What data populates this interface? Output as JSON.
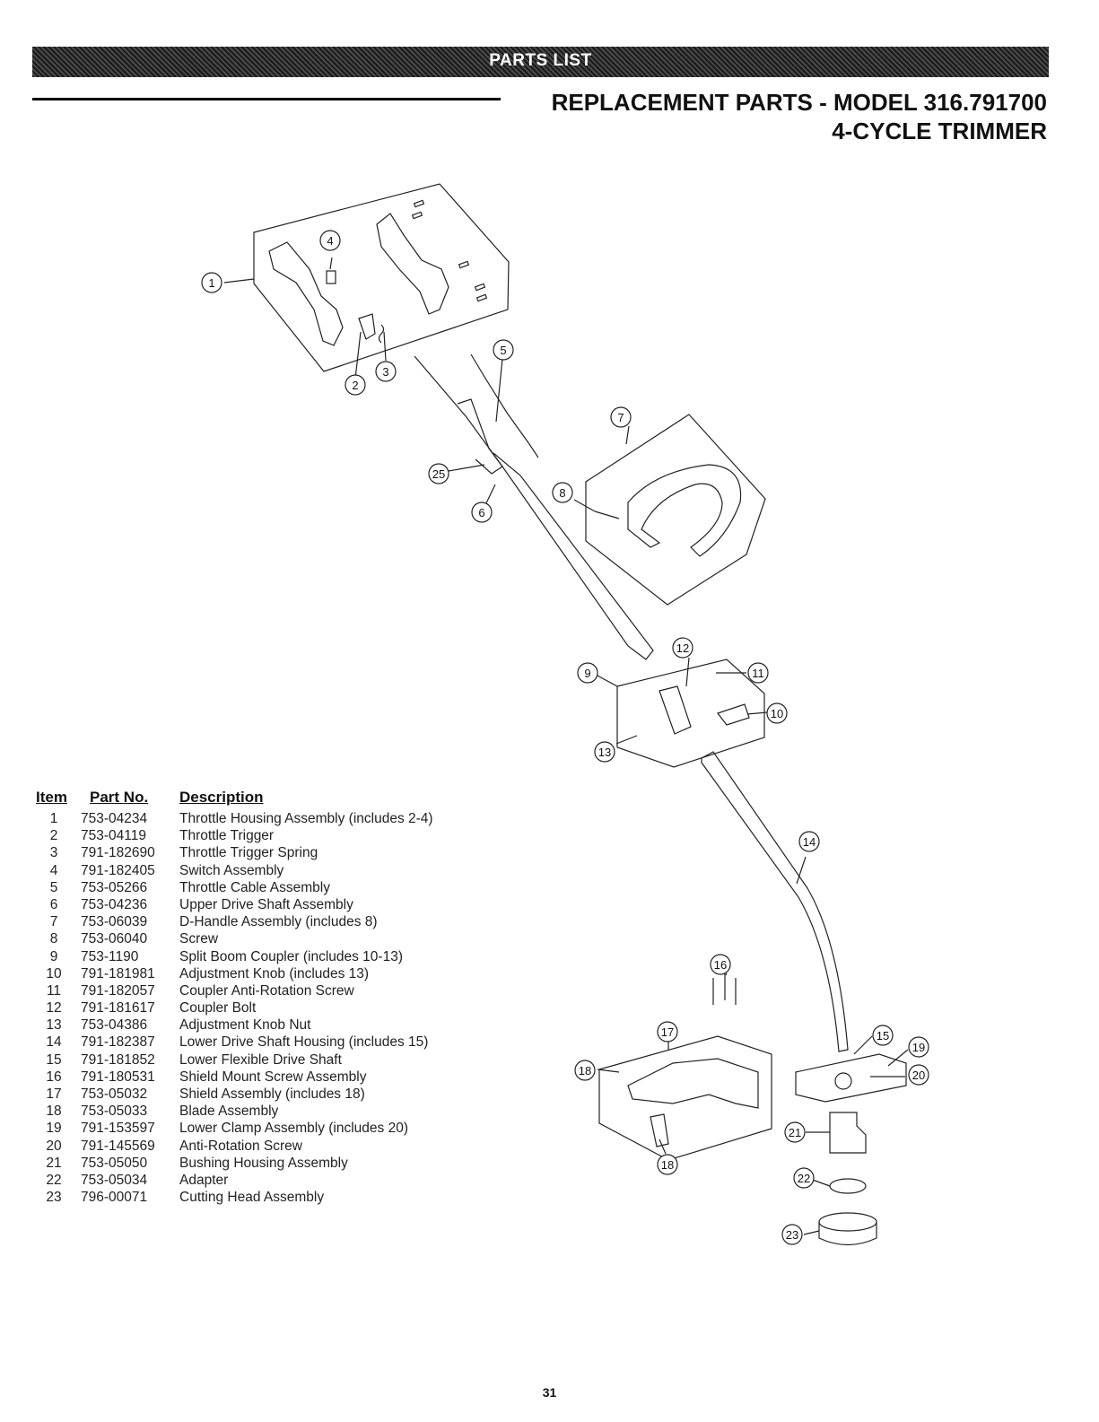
{
  "banner": {
    "title": "PARTS LIST"
  },
  "heading": {
    "line1": "REPLACEMENT PARTS - MODEL 316.791700",
    "line2": "4-CYCLE TRIMMER"
  },
  "parts_table": {
    "headers": {
      "item": "Item",
      "part_no": "Part No.",
      "description": "Description"
    },
    "rows": [
      {
        "item": "1",
        "part_no": "753-04234",
        "description": "Throttle Housing Assembly (includes 2-4)"
      },
      {
        "item": "2",
        "part_no": "753-04119",
        "description": "Throttle Trigger"
      },
      {
        "item": "3",
        "part_no": "791-182690",
        "description": "Throttle Trigger Spring"
      },
      {
        "item": "4",
        "part_no": "791-182405",
        "description": "Switch Assembly"
      },
      {
        "item": "5",
        "part_no": "753-05266",
        "description": "Throttle Cable Assembly"
      },
      {
        "item": "6",
        "part_no": "753-04236",
        "description": "Upper Drive Shaft Assembly"
      },
      {
        "item": "7",
        "part_no": "753-06039",
        "description": "D-Handle Assembly (includes 8)"
      },
      {
        "item": "8",
        "part_no": "753-06040",
        "description": "Screw"
      },
      {
        "item": "9",
        "part_no": "753-1190",
        "description": "Split Boom Coupler (includes 10-13)"
      },
      {
        "item": "10",
        "part_no": "791-181981",
        "description": "Adjustment Knob (includes 13)"
      },
      {
        "item": "11",
        "part_no": "791-182057",
        "description": "Coupler Anti-Rotation Screw"
      },
      {
        "item": "12",
        "part_no": "791-181617",
        "description": "Coupler Bolt"
      },
      {
        "item": "13",
        "part_no": "753-04386",
        "description": "Adjustment Knob Nut"
      },
      {
        "item": "14",
        "part_no": "791-182387",
        "description": "Lower Drive Shaft Housing (includes 15)"
      },
      {
        "item": "15",
        "part_no": "791-181852",
        "description": "Lower Flexible Drive Shaft"
      },
      {
        "item": "16",
        "part_no": "791-180531",
        "description": "Shield Mount Screw Assembly"
      },
      {
        "item": "17",
        "part_no": "753-05032",
        "description": "Shield Assembly (includes 18)"
      },
      {
        "item": "18",
        "part_no": "753-05033",
        "description": "Blade Assembly"
      },
      {
        "item": "19",
        "part_no": "791-153597",
        "description": "Lower Clamp Assembly (includes 20)"
      },
      {
        "item": "20",
        "part_no": "791-145569",
        "description": "Anti-Rotation Screw"
      },
      {
        "item": "21",
        "part_no": "753-05050",
        "description": "Bushing Housing Assembly"
      },
      {
        "item": "22",
        "part_no": "753-05034",
        "description": "Adapter"
      },
      {
        "item": "23",
        "part_no": "796-00071",
        "description": "Cutting Head Assembly"
      }
    ]
  },
  "callouts": [
    "1",
    "2",
    "3",
    "4",
    "5",
    "6",
    "7",
    "8",
    "9",
    "10",
    "11",
    "12",
    "13",
    "14",
    "15",
    "16",
    "17",
    "18",
    "18",
    "19",
    "20",
    "21",
    "22",
    "23",
    "25"
  ],
  "page_number": "31"
}
